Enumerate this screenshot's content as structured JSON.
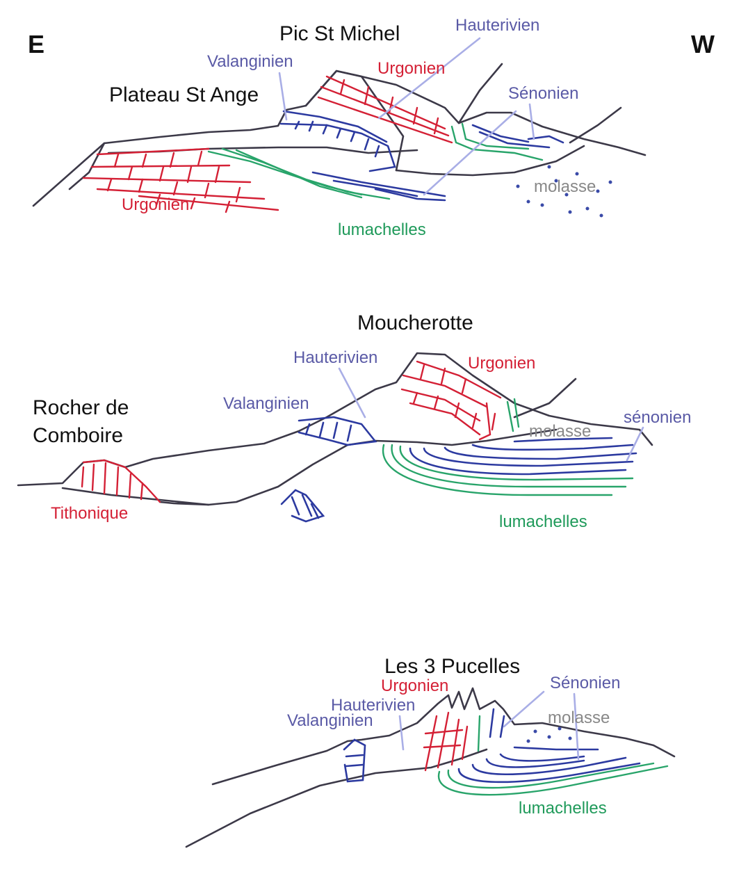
{
  "orientation": {
    "east": "E",
    "west": "W"
  },
  "sections": [
    {
      "id": "section-1",
      "labels": {
        "peak": "Pic St Michel",
        "plateau": "Plateau St Ange",
        "valanginien": "Valanginien",
        "urgonien_top": "Urgonien",
        "hauterivien": "Hauterivien",
        "senonien": "Sénonien",
        "urgonien_bottom": "Urgonien",
        "molasse": "molasse",
        "lumachelles": "lumachelles"
      }
    },
    {
      "id": "section-2",
      "labels": {
        "peak": "Moucherotte",
        "rocher_line1": "Rocher de",
        "rocher_line2": "Comboire",
        "hauterivien": "Hauterivien",
        "urgonien": "Urgonien",
        "valanginien": "Valanginien",
        "senonien": "sénonien",
        "molasse": "molasse",
        "tithonique": "Tithonique",
        "lumachelles": "lumachelles"
      }
    },
    {
      "id": "section-3",
      "labels": {
        "peak": "Les 3 Pucelles",
        "urgonien": "Urgonien",
        "hauterivien": "Hauterivien",
        "valanginien": "Valanginien",
        "senonien": "Sénonien",
        "molasse": "molasse",
        "lumachelles": "lumachelles"
      }
    }
  ],
  "colors": {
    "outline": "#3c3948",
    "urgonien": "#d42035",
    "valanginien_hauterivien": "#2c3aa0",
    "lumachelles": "#28a46a",
    "label_blue": "#5a5aa6",
    "molasse_label": "#888888"
  }
}
